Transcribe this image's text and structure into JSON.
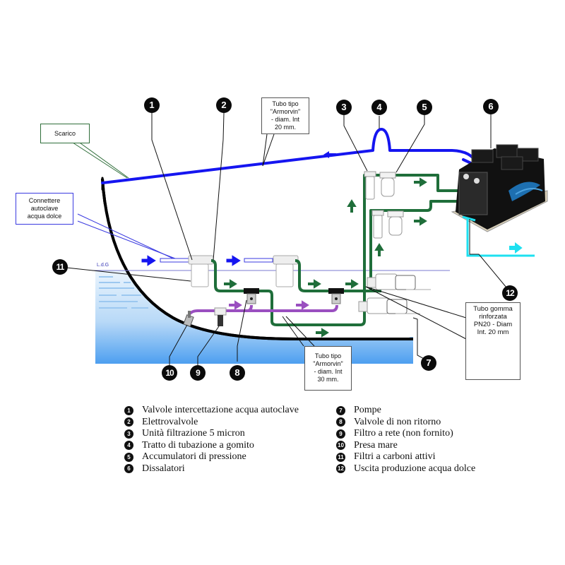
{
  "diagram": {
    "callouts": {
      "scarico": "Scarico",
      "tubo_armorvin_20": [
        "Tubo tipo",
        "\"Armorvin\"",
        "-  diam. Int",
        "20 mm."
      ],
      "connettere": [
        "Connettere",
        "autoclave",
        "acqua dolce"
      ],
      "tubo_armorvin_30": [
        "Tubo tipo",
        "\"Armorvin\"",
        "-  diam. Int",
        "30 mm."
      ],
      "tubo_gomma": [
        "Tubo gomma",
        "rinforzata",
        "PN20 - Diam",
        "Int. 20 mm"
      ]
    },
    "waterline_label": "L.d.G",
    "badges": [
      "1",
      "2",
      "3",
      "4",
      "5",
      "6",
      "7",
      "8",
      "9",
      "10",
      "11",
      "12"
    ],
    "colors": {
      "discharge_pipe": "#1515f0",
      "fresh_water_pipe": "#1f6e3a",
      "sea_intake_pipe": "#9a4fc0",
      "product_pipe": "#1ee0f0",
      "waterline": "#7a7ad0",
      "sea": "#5aa8f0"
    }
  },
  "legend": {
    "left": [
      {
        "num": "1",
        "text": "Valvole intercettazione acqua autoclave"
      },
      {
        "num": "2",
        "text": "Elettrovalvole"
      },
      {
        "num": "3",
        "text": "Unità filtrazione 5 micron"
      },
      {
        "num": "4",
        "text": "Tratto di tubazione a gomito"
      },
      {
        "num": "5",
        "text": "Accumulatori di pressione"
      },
      {
        "num": "6",
        "text": "Dissalatori"
      }
    ],
    "right": [
      {
        "num": "7",
        "text": "Pompe"
      },
      {
        "num": "8",
        "text": "Valvole di non ritorno"
      },
      {
        "num": "9",
        "text": "Filtro a rete (non fornito)"
      },
      {
        "num": "10",
        "text": "Presa mare"
      },
      {
        "num": "11",
        "text": "Filtri a carboni attivi"
      },
      {
        "num": "12",
        "text": "Uscita produzione acqua dolce"
      }
    ]
  }
}
